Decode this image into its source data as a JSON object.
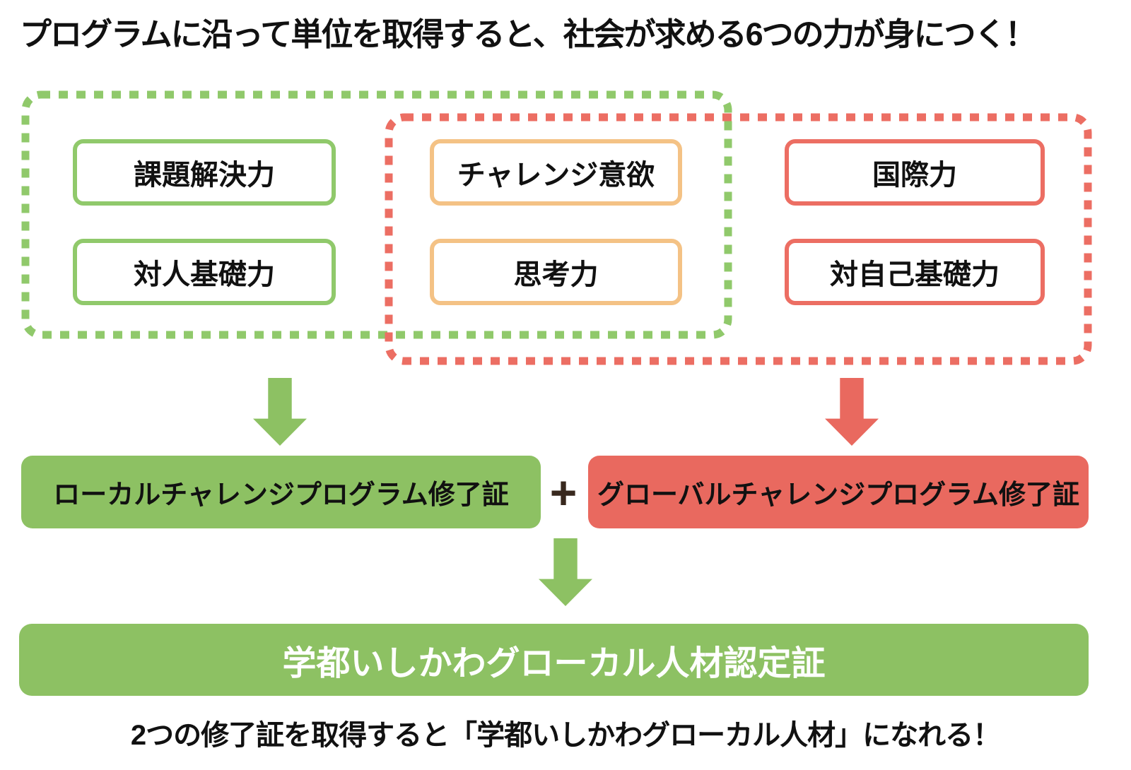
{
  "title": "プログラムに沿って単位を取得すると、社会が求める6つの力が身につく！",
  "groups": {
    "local": {
      "abilities": [
        {
          "label": "課題解決力"
        },
        {
          "label": "対人基礎力"
        }
      ]
    },
    "shared": {
      "abilities": [
        {
          "label": "チャレンジ意欲"
        },
        {
          "label": "思考力"
        }
      ]
    },
    "global": {
      "abilities": [
        {
          "label": "国際力"
        },
        {
          "label": "対自己基礎力"
        }
      ]
    }
  },
  "certificates": {
    "local_label": "ローカルチャレンジプログラム修了証",
    "plus_sign": "+",
    "global_label": "グローバルチャレンジプログラム修了証",
    "final_label": "学都いしかわグローカル人材認定証"
  },
  "footnote": "2つの修了証を取得すると「学都いしかわグローカル人材」になれる！",
  "colors": {
    "green": "#8dc163",
    "green_outline": "#90c96b",
    "red": "#e9695f",
    "red_outline": "#ec6e63",
    "orange_outline": "#f4c285",
    "plus_dark": "#38281e",
    "text_black": "#111111",
    "white": "#ffffff"
  }
}
